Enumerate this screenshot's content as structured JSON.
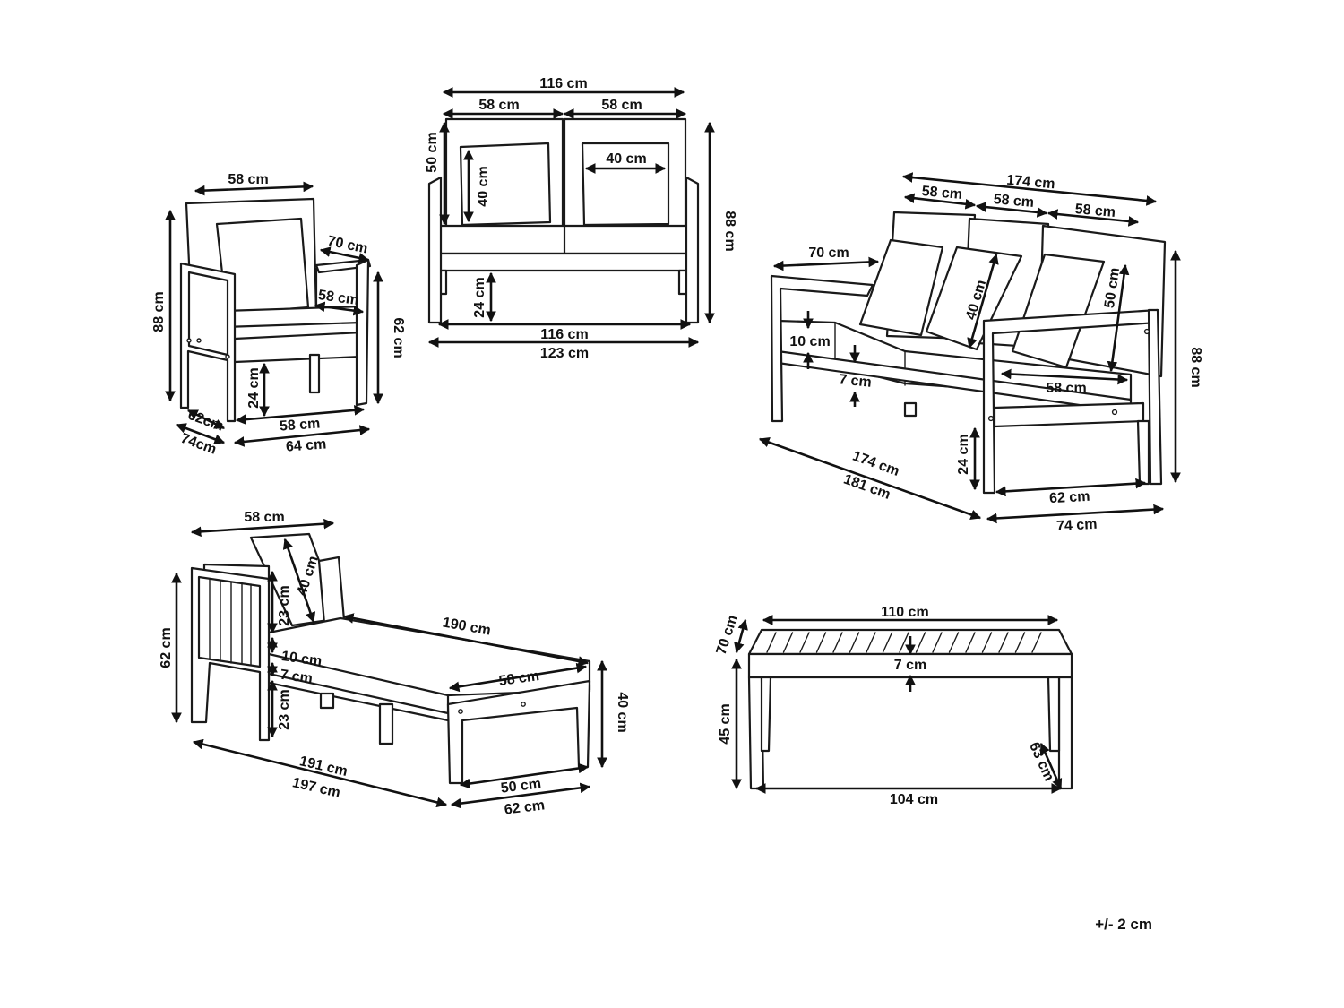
{
  "tolerance": "+/- 2 cm",
  "armchair": {
    "w_top": "58 cm",
    "depth_70": "70 cm",
    "arm_58": "58 cm",
    "h_88": "88 cm",
    "h_62": "62 cm",
    "seat_24": "24 cm",
    "seat_w_58": "58 cm",
    "d_62": "62cm",
    "w_64": "64 cm",
    "d_74": "74cm"
  },
  "loveseat": {
    "w_116_top": "116 cm",
    "w_58_left": "58 cm",
    "w_58_right": "58 cm",
    "back_50": "50 cm",
    "pillow_40h": "40 cm",
    "pillow_40w": "40 cm",
    "h_88": "88 cm",
    "seat_24": "24 cm",
    "w_116_bottom": "116 cm",
    "w_123": "123 cm"
  },
  "sofa": {
    "w_174_top": "174 cm",
    "w_58_a": "58 cm",
    "w_58_b": "58 cm",
    "w_58_c": "58 cm",
    "arm_70": "70 cm",
    "pillow_40": "40 cm",
    "back_50": "50 cm",
    "cushion_10": "10 cm",
    "frame_7": "7 cm",
    "seat_d_58": "58 cm",
    "h_88": "88 cm",
    "seat_24": "24 cm",
    "w_174_bottom": "174 cm",
    "w_181": "181 cm",
    "d_62": "62 cm",
    "d_74": "74 cm"
  },
  "lounger": {
    "w_58_top": "58 cm",
    "pillow_40": "40 cm",
    "h_23_top": "23 cm",
    "h_62": "62 cm",
    "len_190": "190 cm",
    "cushion_10": "10 cm",
    "frame_7": "7 cm",
    "w_58": "58 cm",
    "h_23_bottom": "23 cm",
    "h_40": "40 cm",
    "len_191": "191 cm",
    "len_197": "197 cm",
    "w_50": "50 cm",
    "w_62": "62 cm"
  },
  "table": {
    "w_110": "110 cm",
    "d_70": "70 cm",
    "top_7": "7 cm",
    "h_45": "45 cm",
    "d_63": "63 cm",
    "w_104": "104 cm"
  }
}
